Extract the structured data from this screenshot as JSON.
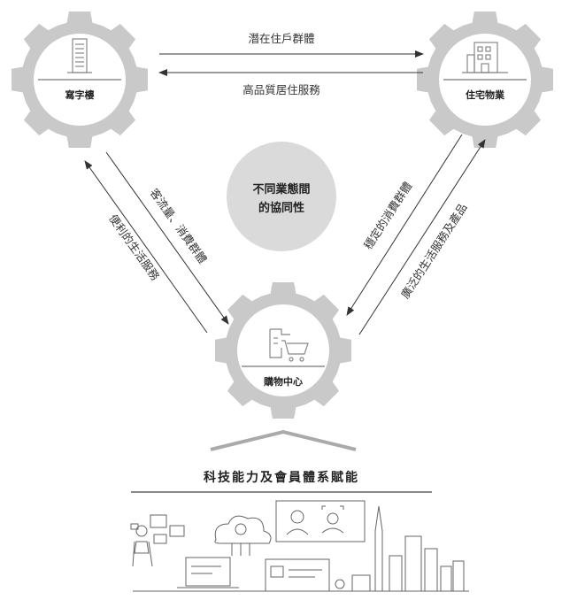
{
  "gears": {
    "office": "寫字樓",
    "residential": "住宅物業",
    "mall": "購物中心"
  },
  "arrows": {
    "office_to_residential": "潛在住戶群體",
    "residential_to_office": "高品質居住服務",
    "office_to_mall": "客流量、消費群體",
    "mall_to_office": "便利的生活服務",
    "residential_to_mall": "穩定的消費群體",
    "mall_to_residential": "廣泛的生活服務及產品"
  },
  "center": {
    "line1": "不同業態間",
    "line2": "的協同性"
  },
  "bottom": {
    "title": "科技能力及會員體系賦能"
  },
  "colors": {
    "gear": "#c9c9c9",
    "gear_inner": "#ffffff",
    "center_circle": "#d9d9d9",
    "line": "#333333",
    "icon": "#888888"
  }
}
